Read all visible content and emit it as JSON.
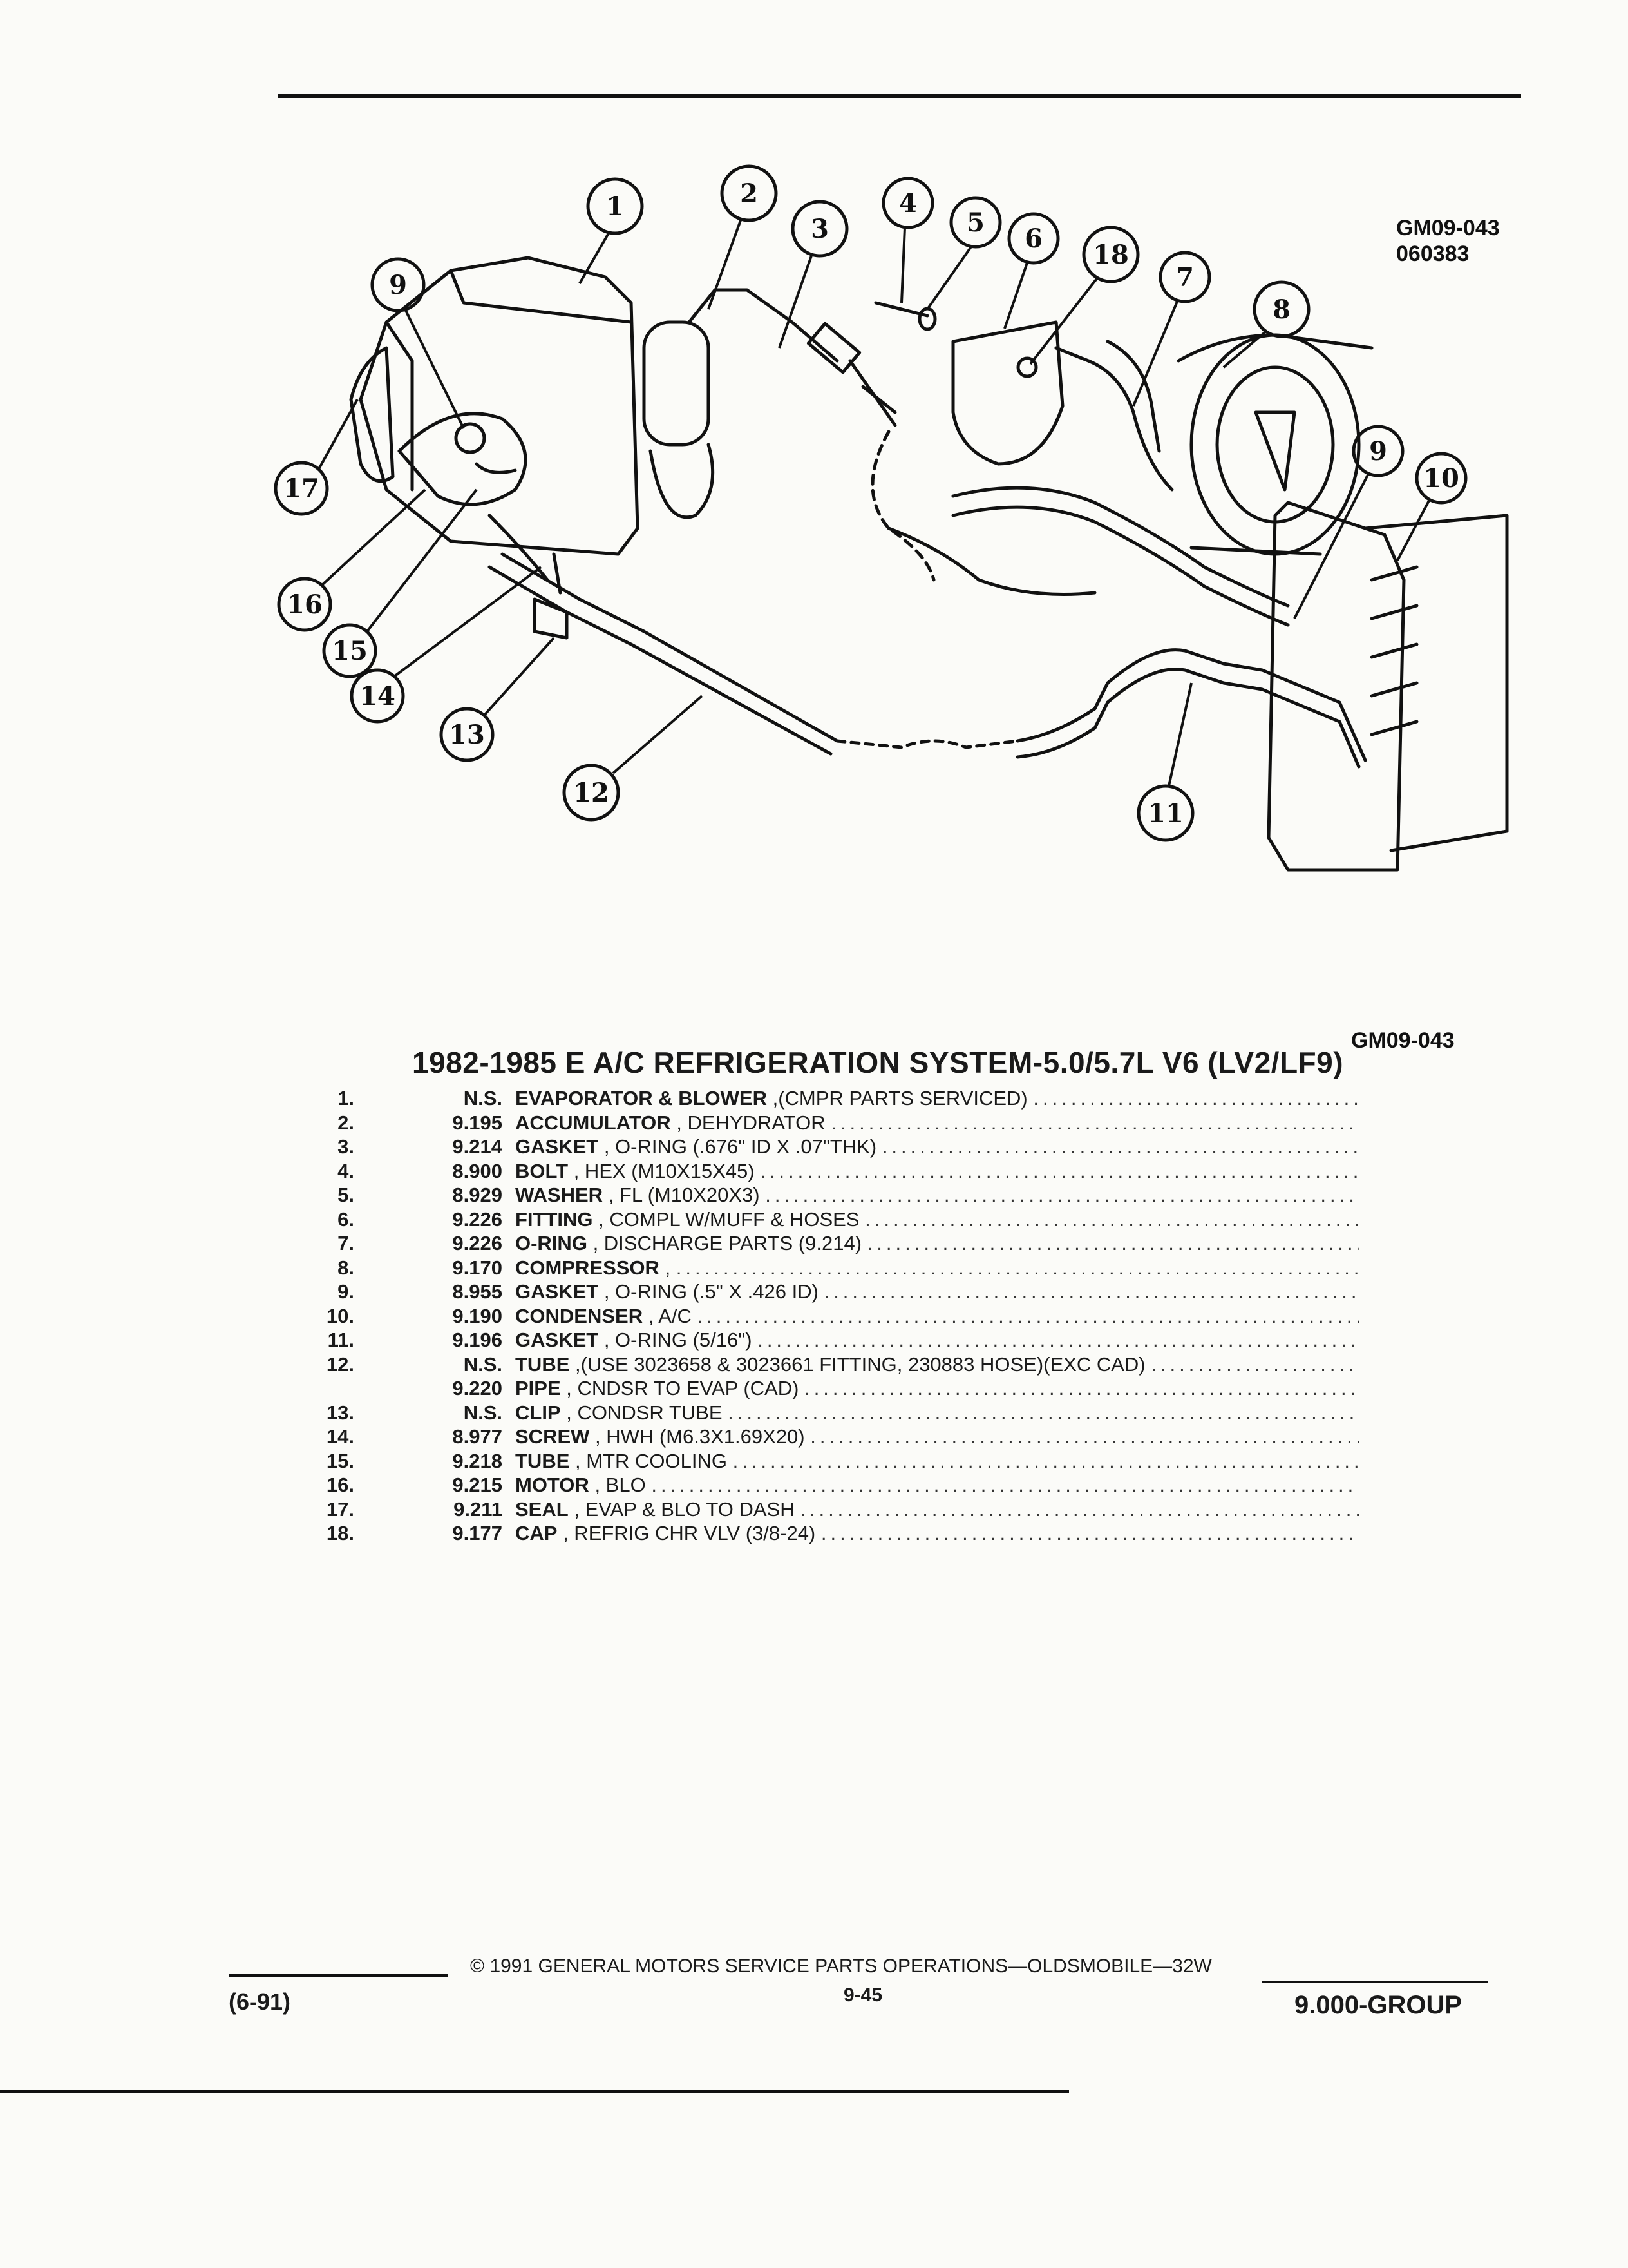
{
  "figure": {
    "code": "GM09-043",
    "date_code": "060383",
    "code_below": "GM09-043",
    "callouts": [
      "1",
      "2",
      "3",
      "4",
      "5",
      "6",
      "18",
      "7",
      "8",
      "9",
      "9",
      "10",
      "17",
      "16",
      "15",
      "14",
      "13",
      "12",
      "11"
    ]
  },
  "title": "1982-1985 E A/C REFRIGERATION SYSTEM-5.0/5.7L V6 (LV2/LF9)",
  "parts": [
    {
      "num": "1.",
      "code": "N.S.",
      "name": "EVAPORATOR & BLOWER",
      "desc": ",(CMPR PARTS SERVICED)"
    },
    {
      "num": "2.",
      "code": "9.195",
      "name": "ACCUMULATOR",
      "desc": ", DEHYDRATOR"
    },
    {
      "num": "3.",
      "code": "9.214",
      "name": "GASKET",
      "desc": ", O-RING (.676\" ID X .07\"THK)"
    },
    {
      "num": "4.",
      "code": "8.900",
      "name": "BOLT",
      "desc": ", HEX (M10X15X45)"
    },
    {
      "num": "5.",
      "code": "8.929",
      "name": "WASHER",
      "desc": ", FL (M10X20X3)"
    },
    {
      "num": "6.",
      "code": "9.226",
      "name": "FITTING",
      "desc": ", COMPL W/MUFF & HOSES"
    },
    {
      "num": "7.",
      "code": "9.226",
      "name": "O-RING",
      "desc": ", DISCHARGE PARTS (9.214)"
    },
    {
      "num": "8.",
      "code": "9.170",
      "name": "COMPRESSOR",
      "desc": ","
    },
    {
      "num": "9.",
      "code": "8.955",
      "name": "GASKET",
      "desc": ", O-RING (.5\" X .426 ID)"
    },
    {
      "num": "10.",
      "code": "9.190",
      "name": "CONDENSER",
      "desc": ", A/C"
    },
    {
      "num": "11.",
      "code": "9.196",
      "name": "GASKET",
      "desc": ", O-RING (5/16\")"
    },
    {
      "num": "12.",
      "code": "N.S.",
      "name": "TUBE",
      "desc": ",(USE 3023658 & 3023661 FITTING, 230883 HOSE)(EXC CAD)"
    },
    {
      "num": "",
      "code": "9.220",
      "name": "PIPE",
      "desc": ", CNDSR TO EVAP (CAD)"
    },
    {
      "num": "13.",
      "code": "N.S.",
      "name": "CLIP",
      "desc": ", CONDSR TUBE"
    },
    {
      "num": "14.",
      "code": "8.977",
      "name": "SCREW",
      "desc": ", HWH (M6.3X1.69X20)"
    },
    {
      "num": "15.",
      "code": "9.218",
      "name": "TUBE",
      "desc": ", MTR COOLING"
    },
    {
      "num": "16.",
      "code": "9.215",
      "name": "MOTOR",
      "desc": ", BLO"
    },
    {
      "num": "17.",
      "code": "9.211",
      "name": "SEAL",
      "desc": ", EVAP & BLO TO DASH"
    },
    {
      "num": "18.",
      "code": "9.177",
      "name": "CAP",
      "desc": ", REFRIG CHR VLV (3/8-24)"
    }
  ],
  "footer": {
    "copyright": "© 1991 GENERAL MOTORS SERVICE PARTS OPERATIONS—OLDSMOBILE—32W",
    "page": "9-45",
    "date": "(6-91)",
    "group": "9.000-GROUP"
  }
}
